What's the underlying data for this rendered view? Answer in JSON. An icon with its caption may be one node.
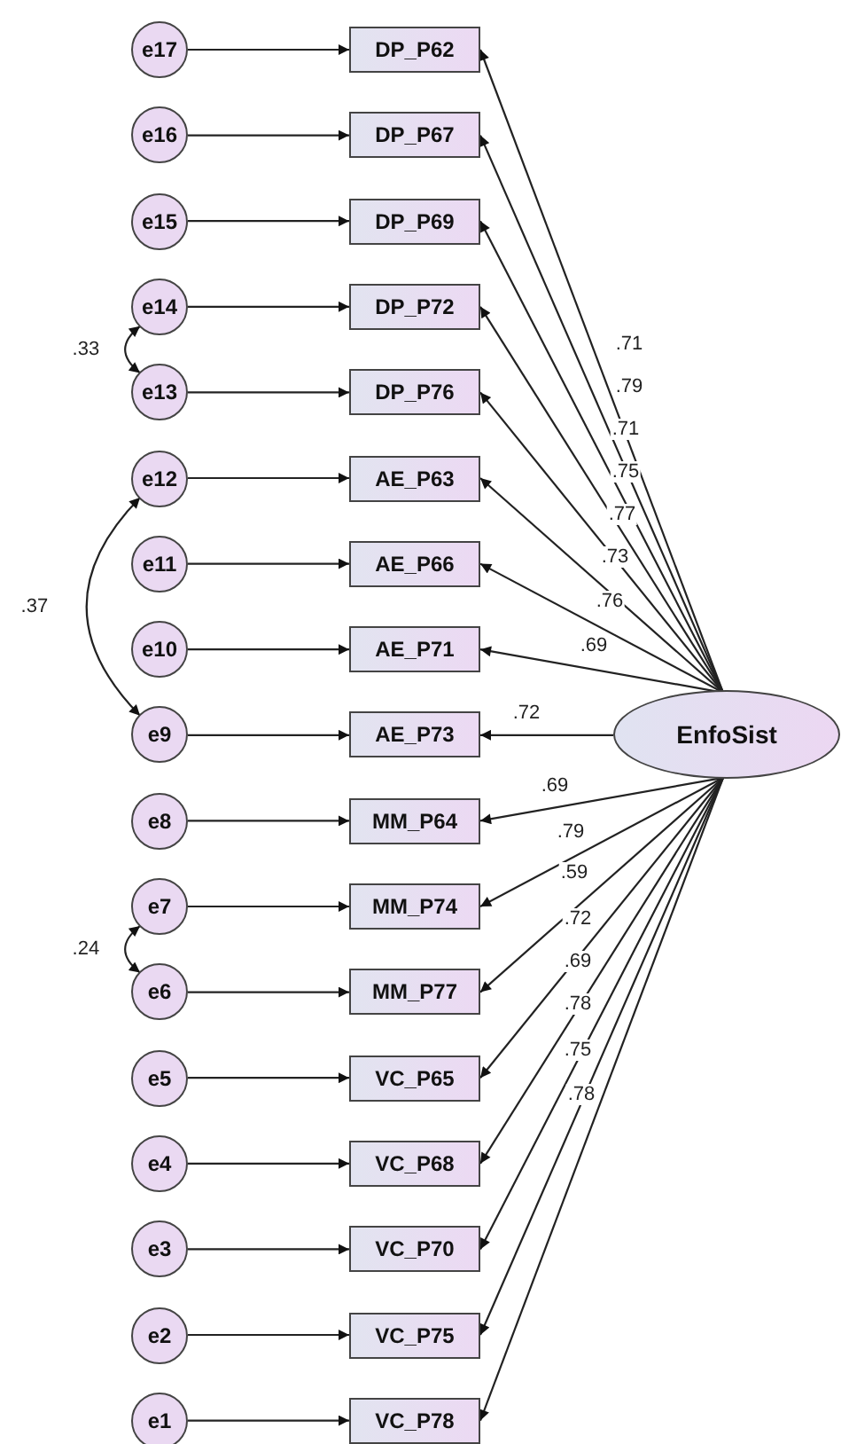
{
  "diagram": {
    "nodes": [
      {
        "text": [
          "e17"
        ]
      },
      {
        "text": [
          "DP_P62"
        ]
      },
      {
        "text": [
          "e16"
        ]
      },
      {
        "text": [
          "DP_P67"
        ]
      },
      {
        "text": [
          "e15"
        ]
      },
      {
        "text": [
          "DP_P69"
        ]
      },
      {
        "text": [
          "e14"
        ]
      },
      {
        "text": [
          "DP_P72"
        ]
      },
      {
        "text": [
          "e13"
        ]
      },
      {
        "text": [
          "DP_P76"
        ]
      },
      {
        "text": [
          "e12"
        ]
      },
      {
        "text": [
          "AE_P63"
        ]
      },
      {
        "text": [
          "e11"
        ]
      },
      {
        "text": [
          "AE_P66"
        ]
      },
      {
        "text": [
          "e10"
        ]
      },
      {
        "text": [
          "AE_P71"
        ]
      },
      {
        "text": [
          "e9"
        ]
      },
      {
        "text": [
          "AE_P73"
        ]
      },
      {
        "text": [
          "e8"
        ]
      },
      {
        "text": [
          "MM_P64"
        ]
      },
      {
        "text": [
          "e7"
        ]
      },
      {
        "text": [
          "MM_P74"
        ]
      },
      {
        "text": [
          "e6"
        ]
      },
      {
        "text": [
          "MM_P77"
        ]
      },
      {
        "text": [
          "e5"
        ]
      },
      {
        "text": [
          "VC_P65"
        ]
      },
      {
        "text": [
          "e4"
        ]
      },
      {
        "text": [
          "VC_P68"
        ]
      },
      {
        "text": [
          "e3"
        ]
      },
      {
        "text": [
          "VC_P70"
        ]
      },
      {
        "text": [
          "e2"
        ]
      },
      {
        "text": [
          "VC_P75"
        ]
      },
      {
        "text": [
          "e1"
        ]
      },
      {
        "text": [
          "VC_P78"
        ]
      },
      {
        "text": [
          "EnfoSist"
        ]
      }
    ],
    "edges": [
      {
        "from": 0,
        "to": 1,
        "arrow": "to"
      },
      {
        "from": 2,
        "to": 3,
        "arrow": "to"
      },
      {
        "from": 4,
        "to": 5,
        "arrow": "to"
      },
      {
        "from": 6,
        "to": 7,
        "arrow": "to"
      },
      {
        "from": 8,
        "to": 9,
        "arrow": "to"
      },
      {
        "from": 10,
        "to": 11,
        "arrow": "to"
      },
      {
        "from": 12,
        "to": 13,
        "arrow": "to"
      },
      {
        "from": 14,
        "to": 15,
        "arrow": "to"
      },
      {
        "from": 16,
        "to": 17,
        "arrow": "to"
      },
      {
        "from": 18,
        "to": 19,
        "arrow": "to"
      },
      {
        "from": 20,
        "to": 21,
        "arrow": "to"
      },
      {
        "from": 22,
        "to": 23,
        "arrow": "to"
      },
      {
        "from": 24,
        "to": 25,
        "arrow": "to"
      },
      {
        "from": 26,
        "to": 27,
        "arrow": "to"
      },
      {
        "from": 28,
        "to": 29,
        "arrow": "to"
      },
      {
        "from": 30,
        "to": 31,
        "arrow": "to"
      },
      {
        "from": 32,
        "to": 33,
        "arrow": "to"
      },
      {
        "from": 34,
        "to": 1,
        "arrow": "to",
        "label": ".71"
      },
      {
        "from": 34,
        "to": 3,
        "arrow": "to",
        "label": ".79"
      },
      {
        "from": 34,
        "to": 5,
        "arrow": "to",
        "label": ".71"
      },
      {
        "from": 34,
        "to": 7,
        "arrow": "to",
        "label": ".75"
      },
      {
        "from": 34,
        "to": 9,
        "arrow": "to",
        "label": ".77"
      },
      {
        "from": 34,
        "to": 11,
        "arrow": "to",
        "label": ".73"
      },
      {
        "from": 34,
        "to": 13,
        "arrow": "to",
        "label": ".76"
      },
      {
        "from": 34,
        "to": 15,
        "arrow": "to",
        "label": ".69"
      },
      {
        "from": 34,
        "to": 17,
        "arrow": "to",
        "label": ".72"
      },
      {
        "from": 34,
        "to": 19,
        "arrow": "to",
        "label": ".69"
      },
      {
        "from": 34,
        "to": 21,
        "arrow": "to",
        "label": ".79"
      },
      {
        "from": 34,
        "to": 23,
        "arrow": "to",
        "label": ".59"
      },
      {
        "from": 34,
        "to": 25,
        "arrow": "to",
        "label": ".72"
      },
      {
        "from": 34,
        "to": 27,
        "arrow": "to",
        "label": ".69"
      },
      {
        "from": 34,
        "to": 29,
        "arrow": "to",
        "label": ".78"
      },
      {
        "from": 34,
        "to": 31,
        "arrow": "to",
        "label": ".75"
      },
      {
        "from": 34,
        "to": 33,
        "arrow": "to",
        "label": ".78"
      },
      {
        "from": 6,
        "to": 8,
        "arrow": "both",
        "label": ".33"
      },
      {
        "from": 10,
        "to": 16,
        "arrow": "both",
        "label": ".37"
      },
      {
        "from": 20,
        "to": 22,
        "arrow": "both",
        "label": ".24"
      }
    ]
  }
}
